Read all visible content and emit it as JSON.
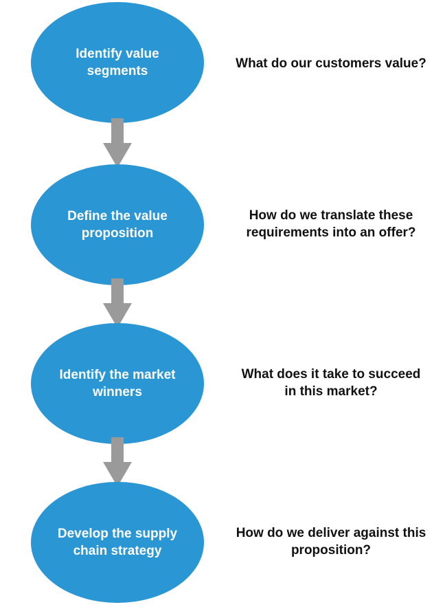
{
  "colors": {
    "ellipse_fill": "#2a96d3",
    "ellipse_text": "#ffffff",
    "arrow": "#9a9a9a",
    "question_text": "#111111"
  },
  "steps": [
    {
      "label": "Identify value\nsegments",
      "question": "What do our customers value?"
    },
    {
      "label": "Define the value\nproposition",
      "question": "How do we translate these\nrequirements into an offer?"
    },
    {
      "label": "Identify the market\nwinners",
      "question": "What does it take to succeed\nin this market?"
    },
    {
      "label": "Develop the supply\nchain strategy",
      "question": "How do we deliver against this\nproposition?"
    }
  ]
}
